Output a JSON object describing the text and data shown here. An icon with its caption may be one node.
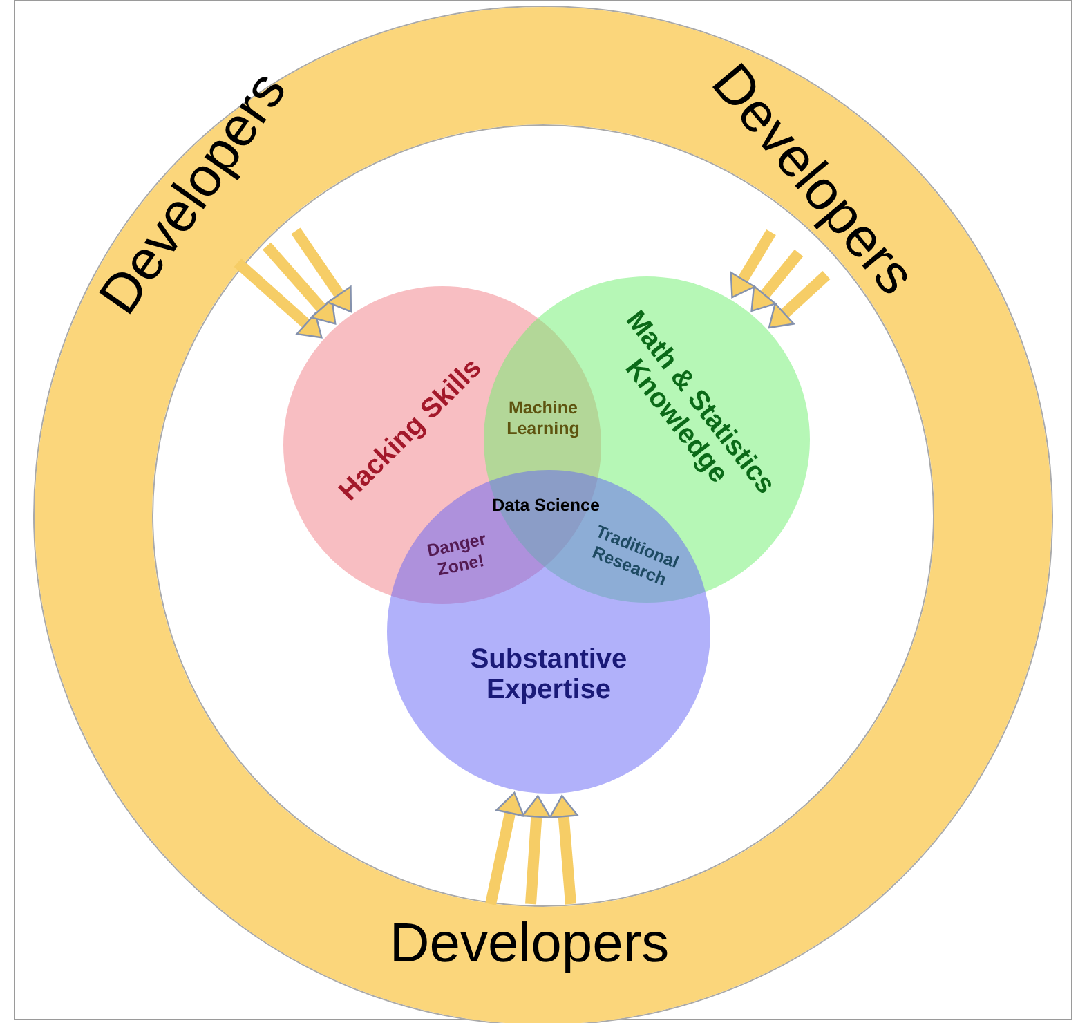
{
  "diagram": {
    "nodes": [
      {
        "text": [
          "Developers",
          "Developers",
          "Developers"
        ]
      },
      {
        "text": [
          "Hacking Skills"
        ],
        "in": 0
      },
      {
        "text": [
          "Math & Statistics Knowledge"
        ],
        "in": 0
      },
      {
        "text": [
          "Substantive Expertise"
        ],
        "in": 0
      }
    ],
    "edges": [
      {
        "from": null,
        "to": 1,
        "arrow": "to"
      },
      {
        "from": null,
        "to": 1,
        "arrow": "to"
      },
      {
        "from": null,
        "to": 1,
        "arrow": "to"
      },
      {
        "from": null,
        "to": 2,
        "arrow": "to"
      },
      {
        "from": null,
        "to": 2,
        "arrow": "to"
      },
      {
        "from": null,
        "to": 2,
        "arrow": "to"
      },
      {
        "from": null,
        "to": 3,
        "arrow": "to"
      },
      {
        "from": null,
        "to": 3,
        "arrow": "to"
      },
      {
        "from": null,
        "to": 3,
        "arrow": "to"
      }
    ],
    "labels": [
      "Machine Learning",
      "Data Science",
      "Danger Zone!",
      "Traditional Research"
    ]
  }
}
